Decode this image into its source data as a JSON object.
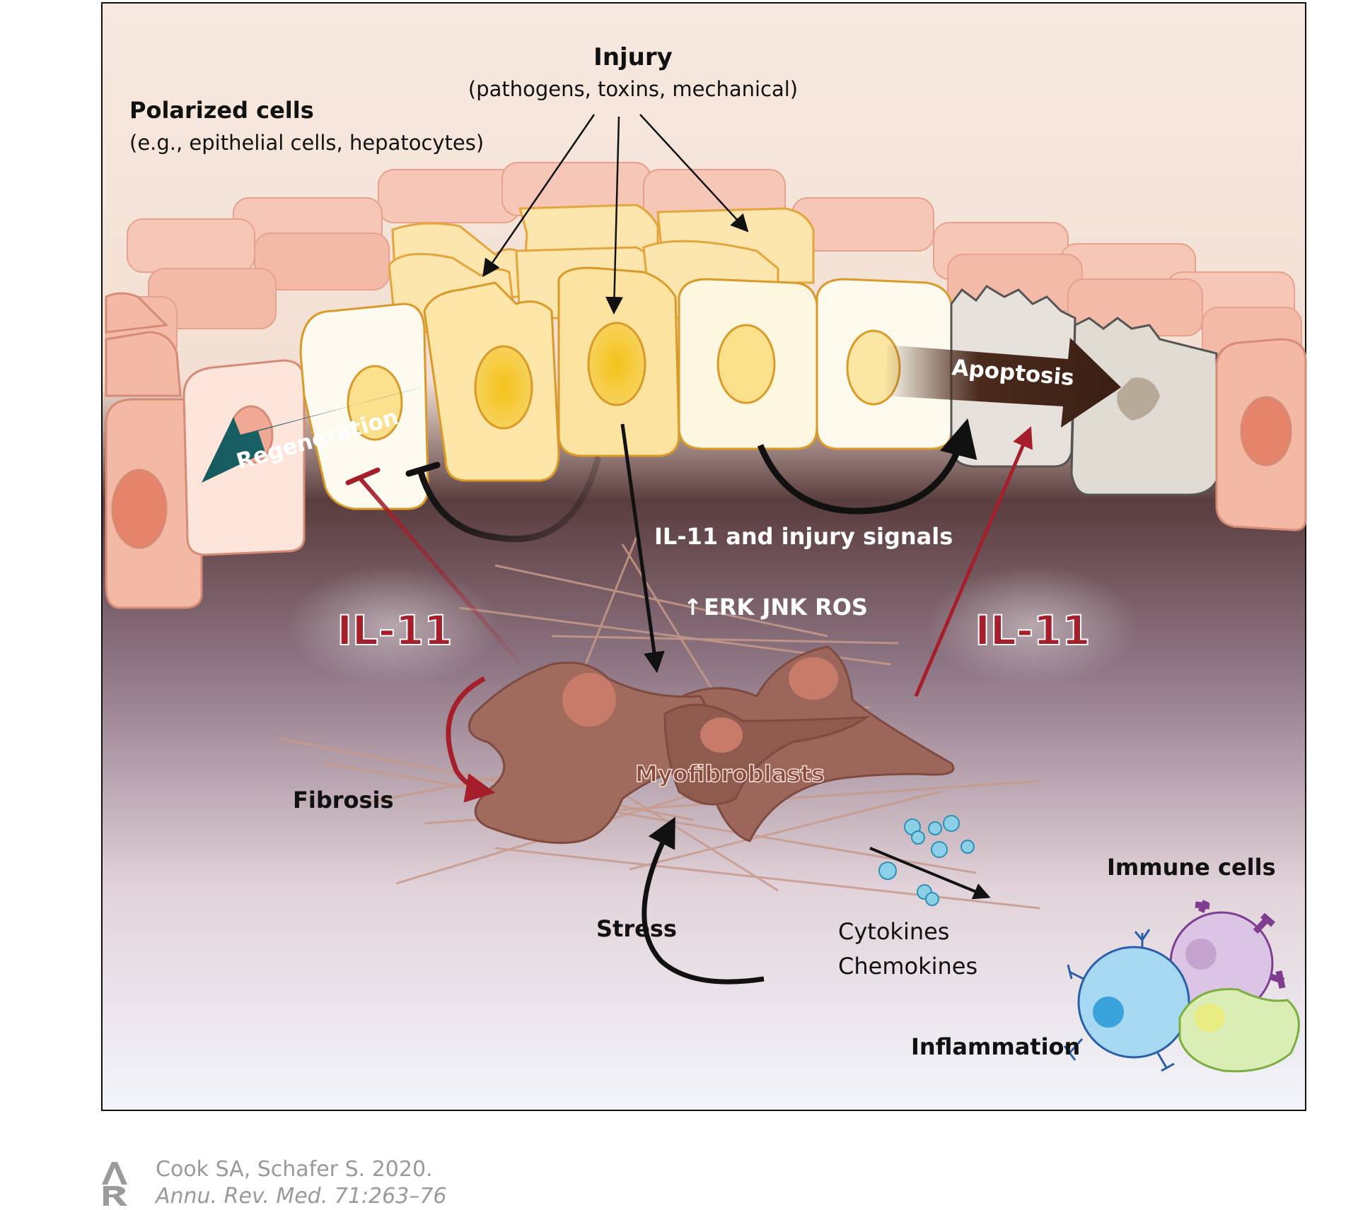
{
  "labels": {
    "injury_title": "Injury",
    "injury_sub": "(pathogens, toxins, mechanical)",
    "polarized_title": "Polarized cells",
    "polarized_sub": "(e.g., epithelial cells, hepatocytes)",
    "regeneration": "Regeneration",
    "apoptosis": "Apoptosis",
    "signals": "IL-11 and injury signals",
    "erk": "ERK JNK ROS",
    "il11_left": "IL-11",
    "il11_right": "IL-11",
    "myofibroblasts": "Myofibroblasts",
    "fibrosis": "Fibrosis",
    "stress": "Stress",
    "cytokines": "Cytokines",
    "chemokines": "Chemokines",
    "immune_cells": "Immune cells",
    "inflammation": "Inflammation"
  },
  "citation": {
    "line1": "Cook SA, Schafer S. 2020.",
    "line2": "Annu. Rev. Med. 71:263–76",
    "logo": "annual-reviews-logo"
  },
  "colors": {
    "il11": "#a41f2b",
    "regeneration_arrow": "#1f6a6e",
    "apoptosis_arrow": "#4a2a1c",
    "healthy_cell": "#f3b9a4",
    "injured_cell": "#fbe3a8",
    "myofibroblast": "#9a6356"
  }
}
